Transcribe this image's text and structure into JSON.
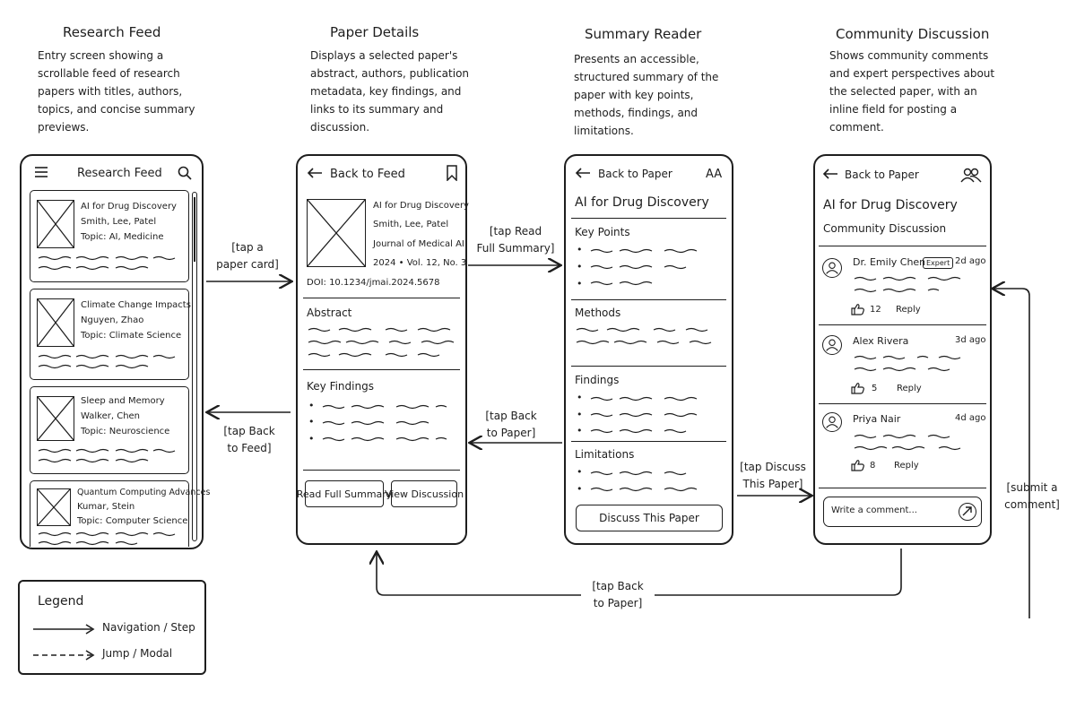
{
  "columns": [
    {
      "title": "Research Feed",
      "description": "Entry screen showing a\nscrollable feed of research\npapers with titles, authors,\ntopics, and concise summary\npreviews."
    },
    {
      "title": "Paper Details",
      "description": "Displays a selected paper's\nabstract, authors, publication\nmetadata, key findings, and\nlinks to its summary and\ndiscussion."
    },
    {
      "title": "Summary Reader",
      "description": "Presents an accessible,\nstructured summary of the\npaper with key points,\nmethods, findings, and\nlimitations."
    },
    {
      "title": "Community Discussion",
      "description": "Shows community comments\nand expert perspectives about\nthe selected paper, with an\ninline field for posting a\ncomment."
    }
  ],
  "feed_screen": {
    "title": "Research Feed",
    "menu_icon": "hamburger-icon",
    "search_icon": "search-icon",
    "cards": [
      {
        "title": "AI for Drug Discovery",
        "authors": "Smith, Lee, Patel",
        "topic": "Topic: AI, Medicine"
      },
      {
        "title": "Climate Change Impacts",
        "authors": "Nguyen, Zhao",
        "topic": "Topic: Climate Science"
      },
      {
        "title": "Sleep and Memory",
        "authors": "Walker, Chen",
        "topic": "Topic: Neuroscience"
      },
      {
        "title": "Quantum Computing Advances",
        "authors": "Kumar, Stein",
        "topic": "Topic: Computer Science"
      }
    ]
  },
  "details_screen": {
    "back_label": "Back to Feed",
    "bookmark_icon": "bookmark-icon",
    "paper_title": "AI for Drug Discovery",
    "authors": "Smith, Lee, Patel",
    "journal": "Journal of Medical AI",
    "year_volume": "2024 • Vol. 12, No. 3",
    "doi": "DOI: 10.1234/jmai.2024.5678",
    "abstract_label": "Abstract",
    "findings_label": "Key Findings",
    "read_button": "Read Full Summary",
    "discussion_button": "View Discussion"
  },
  "summary_screen": {
    "back_label": "Back to Paper",
    "text_size_label": "AA",
    "paper_title": "AI for Drug Discovery",
    "sections": [
      "Key Points",
      "Methods",
      "Findings",
      "Limitations"
    ],
    "discuss_button": "Discuss This Paper"
  },
  "discussion_screen": {
    "back_label": "Back to Paper",
    "people_icon": "people-icon",
    "paper_title": "AI for Drug Discovery",
    "subtitle": "Community Discussion",
    "comments": [
      {
        "name": "Dr. Emily Chen",
        "badge": "Expert",
        "date": "2d ago",
        "likes": "12",
        "reply": "Reply"
      },
      {
        "name": "Alex Rivera",
        "badge": "",
        "date": "3d ago",
        "likes": "5",
        "reply": "Reply"
      },
      {
        "name": "Priya Nair",
        "badge": "",
        "date": "4d ago",
        "likes": "8",
        "reply": "Reply"
      }
    ],
    "comment_placeholder": "Write a comment...",
    "send_icon": "send-icon"
  },
  "arrows": {
    "tap_card": "[tap a\npaper card]",
    "back_to_feed": "[tap Back\nto Feed]",
    "tap_read": "[tap Read\nFull Summary]",
    "back_to_paper_1": "[tap Back\nto Paper]",
    "tap_discuss": "[tap Discuss\nThis Paper]",
    "submit_comment": "[submit a\ncomment]",
    "back_to_paper_2": "[tap Back\nto Paper]"
  },
  "legend": {
    "title": "Legend",
    "solid_label": "Navigation / Step",
    "dashed_label": "Jump / Modal"
  }
}
